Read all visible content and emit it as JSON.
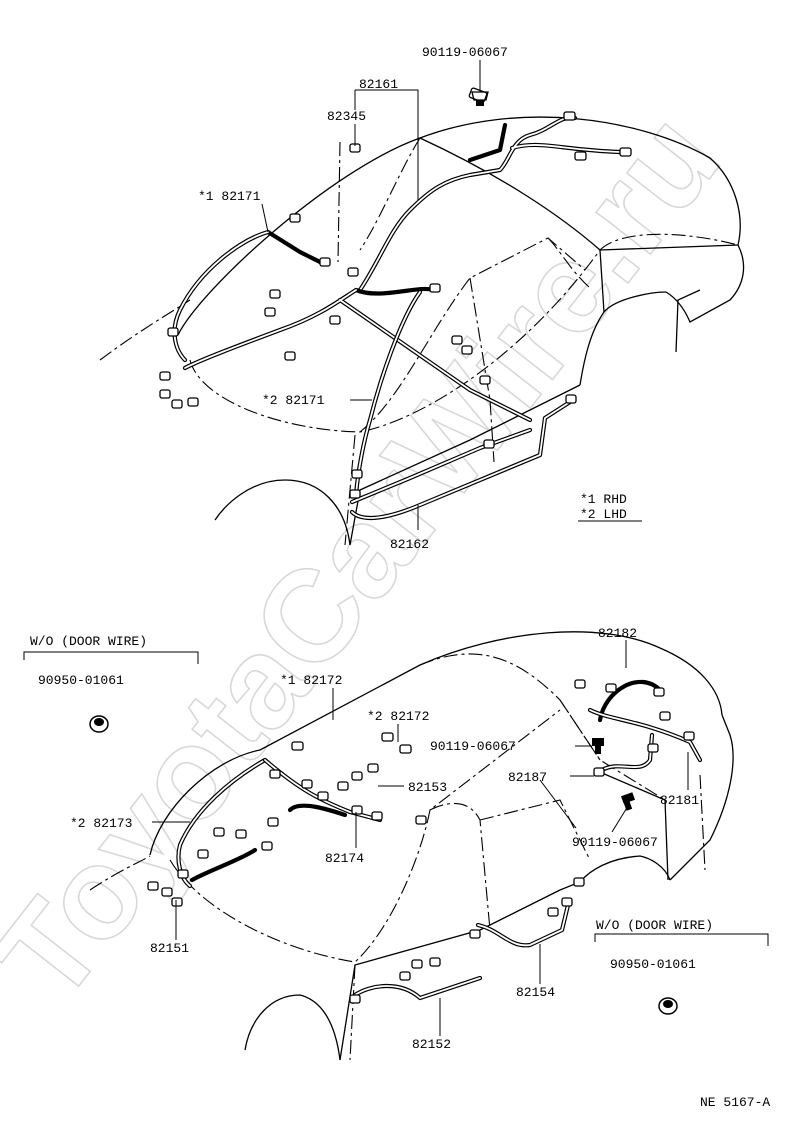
{
  "watermark": "ToyotaCarWire.ru",
  "upper": {
    "bolt_part": "90119-06067",
    "harness_roof": "82161",
    "clamp": "82345",
    "rhd_harness": "*1 82171",
    "lhd_harness": "*2 82171",
    "floor_harness": "82162",
    "legend": [
      "*1 RHD",
      "*2 LHD"
    ]
  },
  "lower": {
    "left_note": "W/O (DOOR WIRE)",
    "left_grommet": "90950-01061",
    "right_note": "W/O (DOOR WIRE)",
    "right_grommet": "90950-01061",
    "labels": {
      "p82182": "82182",
      "rhd_82172": "*1 82172",
      "lhd_82172": "*2 82172",
      "bolt_a": "90119-06067",
      "p82153": "82153",
      "p82187": "82187",
      "lhd_82173": "*2 82173",
      "p82174": "82174",
      "bolt_b": "90119-06067",
      "p82181": "82181",
      "p82151": "82151",
      "p82154": "82154",
      "p82152": "82152"
    }
  },
  "figure_id": "NE 5167-A"
}
